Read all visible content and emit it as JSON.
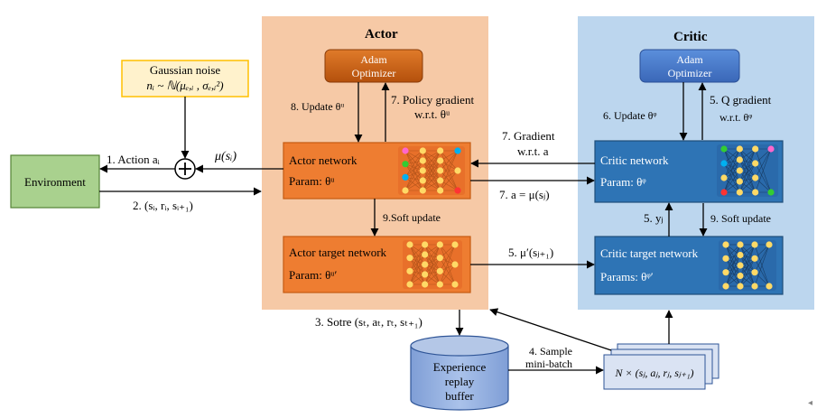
{
  "panels": {
    "actor_title": "Actor",
    "critic_title": "Critic"
  },
  "boxes": {
    "environment": "Environment",
    "noise_line1": "Gaussian noise",
    "noise_line2": "nᵢ ~ ℕ(μₑ,ᵢ , σₑ,ᵢ²)",
    "actor_optimizer_l1": "Adam",
    "actor_optimizer_l2": "Optimizer",
    "critic_optimizer_l1": "Adam",
    "critic_optimizer_l2": "Optimizer",
    "actor_network": "Actor network",
    "actor_param": "Param: θᵘ",
    "actor_target": "Actor target network",
    "actor_target_param": "Param: θᵘ′",
    "critic_network": "Critic network",
    "critic_param": "Param: θᵠ",
    "critic_target": "Critic target network",
    "critic_target_param": "Params: θᵠ′",
    "replay_l1": "Experience",
    "replay_l2": "replay",
    "replay_l3": "buffer",
    "minibatch": "N × (sⱼ, aⱼ, rⱼ, sⱼ₊₁)"
  },
  "labels": {
    "action": "1. Action  aᵢ",
    "mu_s": "μ(sᵢ)",
    "state_tuple": "2. (sᵢ, rᵢ, sᵢ₊₁)",
    "store": "3. Sotre (sₜ, aₜ, rₜ, sₜ₊₁)",
    "sample_l1": "4. Sample",
    "sample_l2": "mini-batch",
    "mu_prime": "5. μ′(sⱼ₊₁)",
    "y_j": "5. yⱼ",
    "q_grad_l1": "5. Q gradient",
    "q_grad_l2": "w.r.t.  θᵠ",
    "update_critic": "6. Update θᵠ",
    "gradient_l1": "7. Gradient",
    "gradient_l2": "w.r.t.  a",
    "a_eq": "7. a = μ(sⱼ)",
    "policy_grad_l1": "7. Policy gradient",
    "policy_grad_l2": "w.r.t.  θᵘ",
    "update_actor": "8. Update θᵘ",
    "soft_actor": "9.Soft update",
    "soft_critic": "9. Soft update"
  },
  "colors": {
    "actor_panel": "#f6c9a6",
    "critic_panel": "#bcd6ee",
    "actor_box": "#ee7d31",
    "actor_box_edge": "#c55a11",
    "critic_box": "#2e74b5",
    "critic_box_edge": "#1f4e79",
    "env_box": "#a9d18e",
    "noise_box": "#fff2cc",
    "noise_edge": "#ffc000",
    "actor_opt": "#c55a11",
    "critic_opt": "#4472c4",
    "replay": "#8faadc",
    "minibatch": "#dae3f3"
  }
}
